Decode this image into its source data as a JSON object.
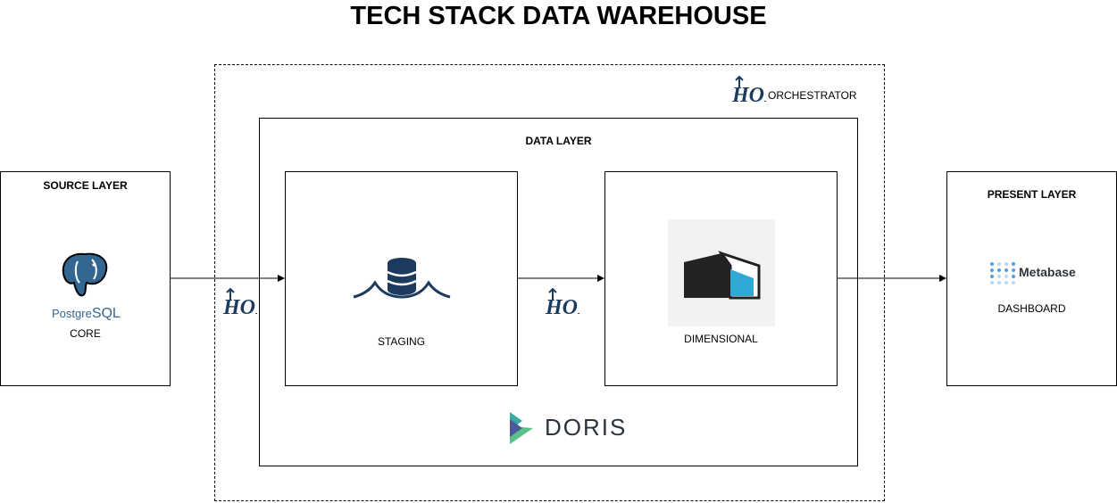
{
  "title": "TECH STACK DATA WAREHOUSE",
  "orchestrator": {
    "logo": "HOP",
    "label": "ORCHESTRATOR"
  },
  "source_layer": {
    "heading": "SOURCE LAYER",
    "logo_text_a": "Postgre",
    "logo_text_b": "SQL",
    "caption": "CORE"
  },
  "data_layer": {
    "heading": "DATA LAYER",
    "staging": {
      "caption": "STAGING"
    },
    "dimensional": {
      "caption": "DIMENSIONAL"
    },
    "engine": {
      "name": "DORIS"
    }
  },
  "present_layer": {
    "heading": "PRESENT LAYER",
    "logo_text": "Metabase",
    "caption": "DASHBOARD"
  },
  "connectors": [
    {
      "from": "source_layer",
      "to": "staging",
      "tool": "HOP"
    },
    {
      "from": "staging",
      "to": "dimensional",
      "tool": "HOP"
    },
    {
      "from": "dimensional",
      "to": "present_layer",
      "tool": ""
    }
  ],
  "colors": {
    "hop": "#1c3b5e",
    "postgres": "#336791",
    "doris_teal": "#3aa99f",
    "metabase": "#509ee3",
    "dim_blue": "#2fa8d6"
  }
}
